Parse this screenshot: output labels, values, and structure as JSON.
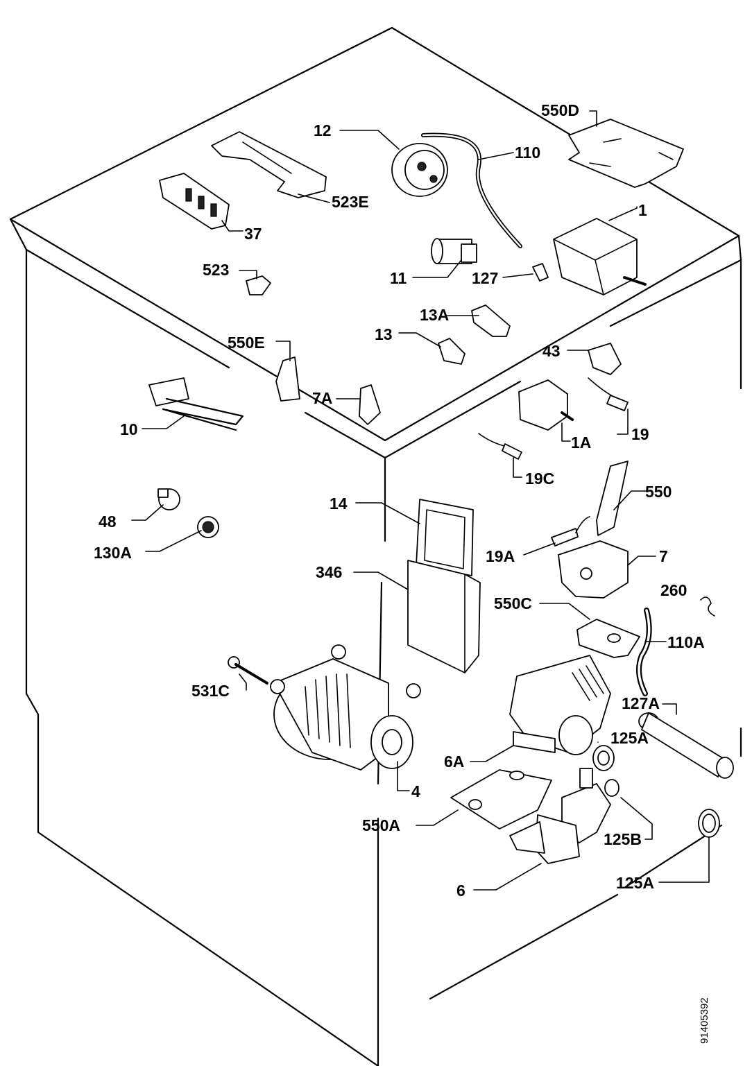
{
  "document_number": "91405392",
  "labels": [
    {
      "id": "550D",
      "text": "550D"
    },
    {
      "id": "12",
      "text": "12"
    },
    {
      "id": "110",
      "text": "110"
    },
    {
      "id": "523E",
      "text": "523E"
    },
    {
      "id": "37",
      "text": "37"
    },
    {
      "id": "1",
      "text": "1"
    },
    {
      "id": "523",
      "text": "523"
    },
    {
      "id": "11",
      "text": "11"
    },
    {
      "id": "127",
      "text": "127"
    },
    {
      "id": "13A",
      "text": "13A"
    },
    {
      "id": "13",
      "text": "13"
    },
    {
      "id": "550E",
      "text": "550E"
    },
    {
      "id": "43",
      "text": "43"
    },
    {
      "id": "7A",
      "text": "7A"
    },
    {
      "id": "10",
      "text": "10"
    },
    {
      "id": "19",
      "text": "19"
    },
    {
      "id": "1A",
      "text": "1A"
    },
    {
      "id": "19C",
      "text": "19C"
    },
    {
      "id": "14",
      "text": "14"
    },
    {
      "id": "550",
      "text": "550"
    },
    {
      "id": "48",
      "text": "48"
    },
    {
      "id": "130A",
      "text": "130A"
    },
    {
      "id": "19A",
      "text": "19A"
    },
    {
      "id": "7",
      "text": "7"
    },
    {
      "id": "346",
      "text": "346"
    },
    {
      "id": "260",
      "text": "260"
    },
    {
      "id": "550C",
      "text": "550C"
    },
    {
      "id": "110A",
      "text": "110A"
    },
    {
      "id": "531C",
      "text": "531C"
    },
    {
      "id": "127A",
      "text": "127A"
    },
    {
      "id": "125A_upper",
      "text": "125A"
    },
    {
      "id": "6A",
      "text": "6A"
    },
    {
      "id": "4",
      "text": "4"
    },
    {
      "id": "550A",
      "text": "550A"
    },
    {
      "id": "125B",
      "text": "125B"
    },
    {
      "id": "6",
      "text": "6"
    },
    {
      "id": "125A_lower",
      "text": "125A"
    }
  ]
}
